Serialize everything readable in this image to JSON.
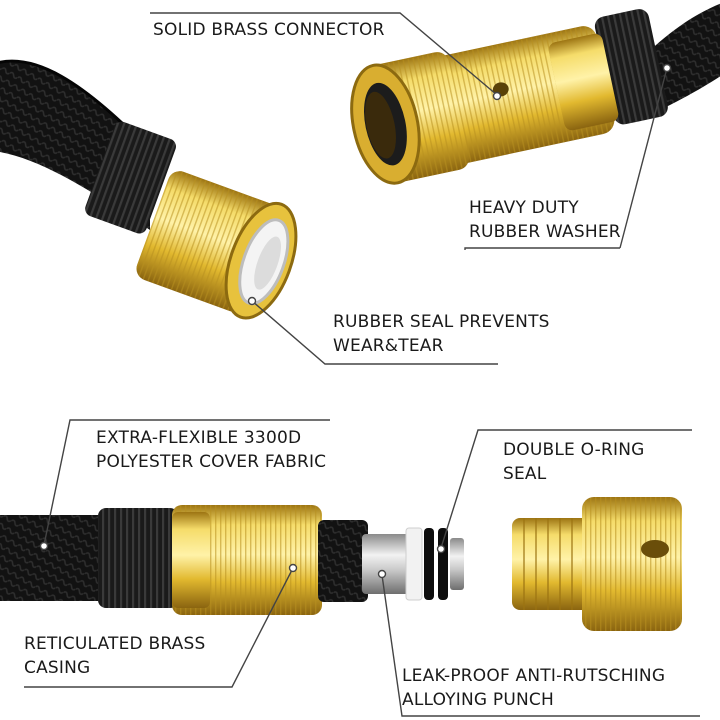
{
  "image": {
    "subject": "black expandable garden hose with brass connectors",
    "colors": {
      "hose_black": "#111111",
      "brass_light": "#f5dc6a",
      "brass_mid": "#e2b92f",
      "brass_dark": "#9c7412",
      "leader_line": "#444444",
      "text": "#1a1a1a"
    }
  },
  "callouts": {
    "brass_connector": {
      "lines": [
        "SOLID BRASS CONNECTOR"
      ]
    },
    "rubber_washer": {
      "lines": [
        "HEAVY DUTY",
        "RUBBER WASHER"
      ]
    },
    "rubber_seal": {
      "lines": [
        "RUBBER SEAL PREVENTS",
        "WEAR&TEAR"
      ]
    },
    "cover_fabric": {
      "lines": [
        "EXTRA-FLEXIBLE 3300D",
        "POLYESTER COVER FABRIC"
      ]
    },
    "o_ring": {
      "lines": [
        "DOUBLE O-RING",
        "SEAL"
      ]
    },
    "brass_casing": {
      "lines": [
        "RETICULATED BRASS",
        "CASING"
      ]
    },
    "alloy_punch": {
      "lines": [
        "LEAK-PROOF ANTI-RUTSCHING",
        "ALLOYING PUNCH"
      ]
    }
  }
}
